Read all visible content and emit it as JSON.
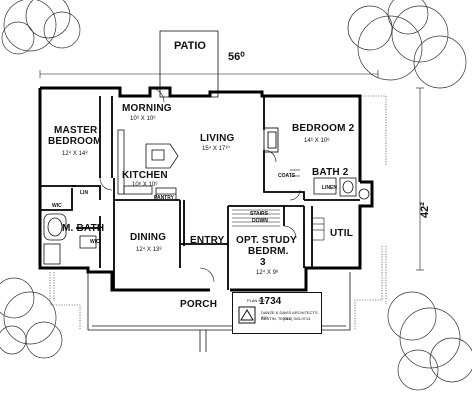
{
  "rooms": {
    "patio": "PATIO",
    "morning": "MORNING",
    "morning_dim": "10⁶ X 10⁶",
    "master": "MASTER",
    "bedroom": "BEDROOM",
    "master_dim": "12⁴ X 14⁸",
    "living": "LIVING",
    "living_dim": "15⁴ X 17¹⁰",
    "bedroom2": "BEDROOM 2",
    "bedroom2_dim": "14⁶ X 10⁸",
    "kitchen": "KITCHEN",
    "kitchen_dim": "10⁸ X 10⁶",
    "pantry": "PANTRY",
    "coats": "COATS",
    "bath2": "BATH 2",
    "linen": "LINEN",
    "wic": "WIC",
    "lin": "LIN",
    "mbath": "M. BATH",
    "dining": "DINING",
    "dining_dim": "12⁴ X 13⁸",
    "entry": "ENTRY",
    "stairs": "STAIRS",
    "down": "DOWN",
    "opt_study": "OPT. STUDY",
    "bedrm": "BEDRM.",
    "three": "3",
    "bedrm3_dim": "12⁴ X 9⁸",
    "util": "UTIL",
    "porch": "PORCH"
  },
  "dimensions": {
    "width": "56⁰",
    "depth": "42²"
  },
  "stamp": {
    "plan_label": "PLAN NO.",
    "number": "1734",
    "firm": "DANZE & DAVIS ARCHITECTS, INC.",
    "city": "AUSTIN, TEXAS",
    "phone": "(512) 343-0714"
  },
  "colors": {
    "ink": "#111111",
    "paper": "#ffffff"
  }
}
